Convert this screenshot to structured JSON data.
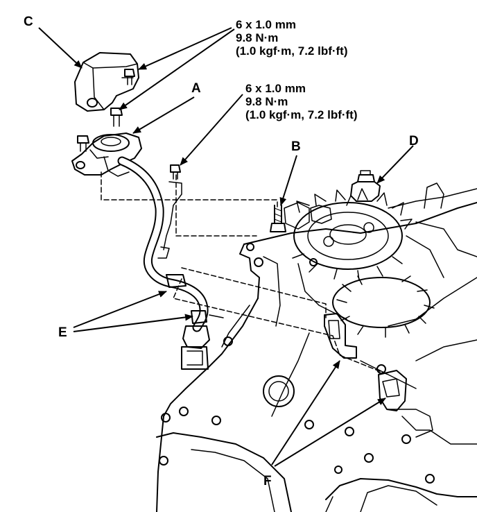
{
  "callouts": {
    "a": "A",
    "b": "B",
    "c": "C",
    "d": "D",
    "e": "E",
    "f": "F"
  },
  "torque_specs": [
    {
      "size": "6 x 1.0 mm",
      "torque_nm": "9.8 N·m",
      "torque_alt": "(1.0 kgf·m, 7.2 lbf·ft)"
    },
    {
      "size": "6 x 1.0 mm",
      "torque_nm": "9.8 N·m",
      "torque_alt": "(1.0 kgf·m, 7.2 lbf·ft)"
    }
  ]
}
